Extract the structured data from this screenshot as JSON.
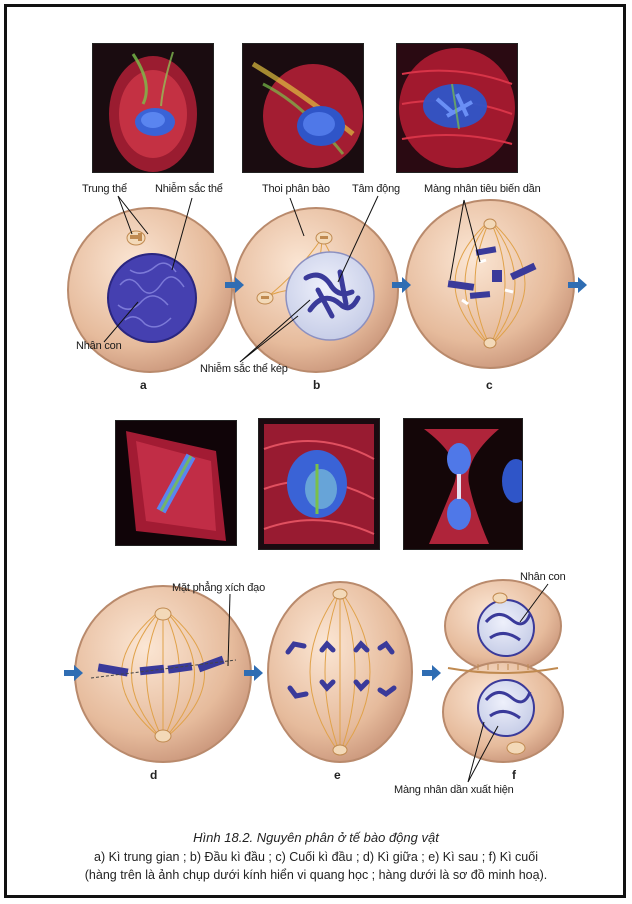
{
  "labels": {
    "trung_the": "Trung thể",
    "nhiem_sac_the": "Nhiễm sắc thể",
    "thoi_phan_bao": "Thoi phân bào",
    "tam_dong": "Tâm động",
    "mang_nhan_tieu_bien": "Màng nhân tiêu biến dần",
    "nhan_con_a": "Nhân con",
    "nhiem_sac_the_kep": "Nhiễm sắc thể kép",
    "mat_phang_xich_dao": "Mặt phẳng xích đạo",
    "nhan_con_f": "Nhân con",
    "mang_nhan_xuat_hien": "Màng nhân dần xuất hiện"
  },
  "stages": [
    "a",
    "b",
    "c",
    "d",
    "e",
    "f"
  ],
  "caption": {
    "title": "Hình 18.2. Nguyên phân ở tế bào động vật",
    "line1": "a) Kì trung gian ; b) Đầu kì đầu ; c) Cuối kì đầu ; d) Kì giữa ; e) Kì sau ; f) Kì cuối",
    "line2": "(hàng trên là ảnh chụp dưới kính hiển vi quang học ; hàng dưới là sơ đồ minh hoạ)."
  },
  "colors": {
    "cell_fill": "#e8c3a6",
    "cell_edge": "#b98a6c",
    "chromosome": "#3a3a9a",
    "spindle": "#d9a04a",
    "arrow": "#2f6db3",
    "micro_red": "#c8283c",
    "micro_blue": "#3a63d6"
  }
}
